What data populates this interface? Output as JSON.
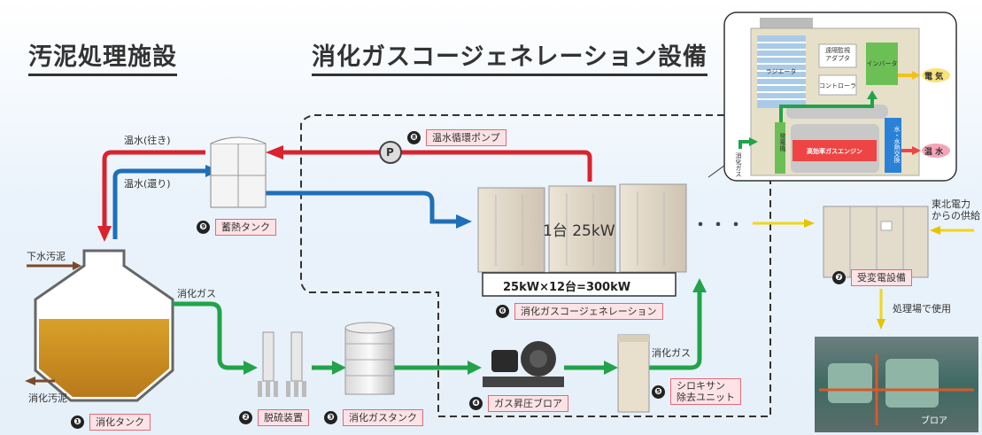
{
  "titles": {
    "left": "汚泥処理施設",
    "right": "消化ガスコージェネレーション設備"
  },
  "flows": {
    "hot_out": "温水(往き)",
    "hot_return": "温水(還り)",
    "sewage_in": "下水汚泥",
    "sludge_out": "消化汚泥",
    "gas_1": "消化ガス",
    "gas_2": "消化ガス",
    "pump_symbol": "P",
    "ellipsis": "・・・"
  },
  "items": [
    {
      "num": "❶",
      "label": "消化タンク"
    },
    {
      "num": "❷",
      "label": "脱硫装置"
    },
    {
      "num": "❸",
      "label": "消化ガスタンク"
    },
    {
      "num": "❹",
      "label": "ガス昇圧ブロア"
    },
    {
      "num": "❺",
      "label": "シロキサン\n除去ユニット"
    },
    {
      "num": "❻",
      "label": "消化ガスコージェネレーション"
    },
    {
      "num": "❼",
      "label": "受変電設備"
    },
    {
      "num": "❽",
      "label": "温水循環ポンプ"
    },
    {
      "num": "❾",
      "label": "蓄熱タンク"
    }
  ],
  "cogen": {
    "unit_label": "1台 25kW",
    "formula": "25kW×12台=300kW"
  },
  "grid": {
    "supply": "東北電力\nからの供給",
    "usage": "処理場で使用"
  },
  "photo": {
    "label": "ブロア"
  },
  "inset": {
    "radiator": "ラジエータ",
    "adapter": "遠隔監視\nアダプタ",
    "controller": "コントローラ",
    "inverter": "インバータ",
    "generator": "発電機",
    "engine": "高効率ガスエンジン",
    "heat_exchanger": "水・水熱交換",
    "gas_in": "消化ガス",
    "electricity": "電 気",
    "hot_water": "温 水"
  },
  "colors": {
    "hot": "#d9232e",
    "return": "#1f6fb8",
    "gas": "#22a34a",
    "power": "#f2d61a",
    "sludge": "#7a4a2a",
    "tag_fill": "#fde3e6",
    "tag_border": "#e06a7a"
  }
}
